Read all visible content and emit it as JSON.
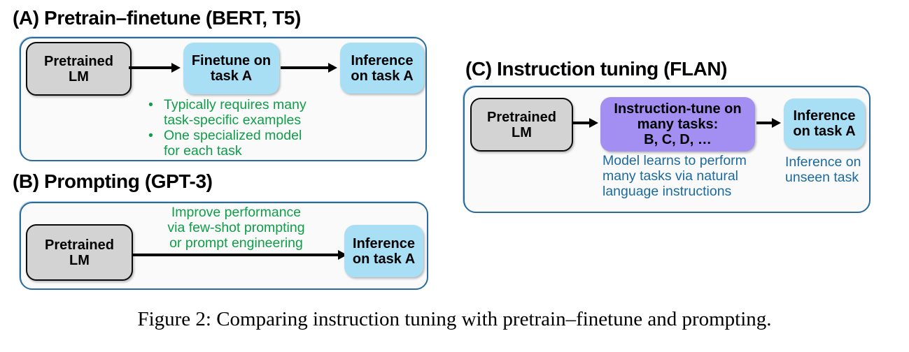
{
  "colors": {
    "frame_border": "#2b6b9c",
    "frame_fill": "#fafafb",
    "pretrained_box_fill": "#d3d3d3",
    "task_box_fill": "#a8dff5",
    "instruction_box_fill": "#a38ff2",
    "green_text": "#0f9d48",
    "darkblue_text": "#1b6a9e",
    "arrow": "#000000"
  },
  "panel_a": {
    "title": "(A) Pretrain–finetune (BERT, T5)",
    "boxes": {
      "pretrained": "Pretrained\nLM",
      "finetune": "Finetune on\ntask A",
      "inference": "Inference\non task A"
    },
    "bullets": [
      "Typically requires many\ntask-specific examples",
      "One specialized model\nfor each task"
    ]
  },
  "panel_b": {
    "title": "(B) Prompting (GPT-3)",
    "boxes": {
      "pretrained": "Pretrained\nLM",
      "inference": "Inference\non task A"
    },
    "note": "Improve performance\nvia few-shot prompting\nor prompt engineering"
  },
  "panel_c": {
    "title": "(C) Instruction tuning (FLAN)",
    "boxes": {
      "pretrained": "Pretrained\nLM",
      "instruction": "Instruction-tune on\nmany tasks:\nB, C, D, …",
      "inference": "Inference\non task A"
    },
    "notes": {
      "model": "Model learns to perform\nmany tasks via natural\nlanguage instructions",
      "inference": "Inference on\nunseen task"
    }
  },
  "caption": "Figure 2: Comparing instruction tuning with pretrain–finetune and prompting."
}
